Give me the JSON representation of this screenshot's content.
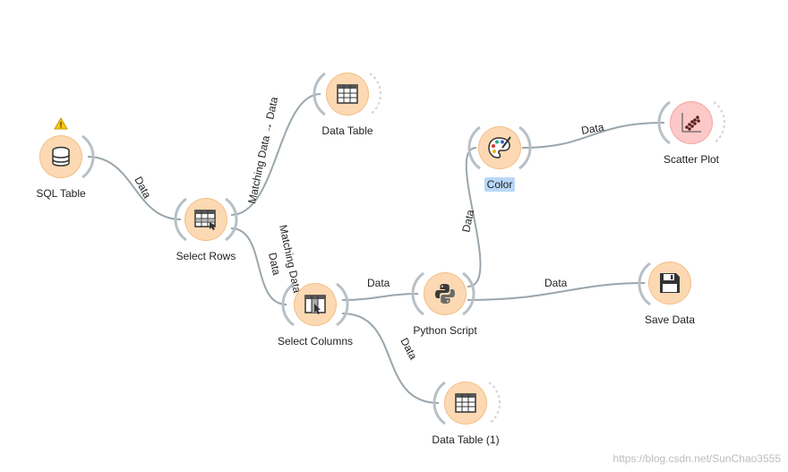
{
  "nodes": {
    "sql_table": {
      "label": "SQL Table",
      "icon": "database-icon"
    },
    "select_rows": {
      "label": "Select Rows",
      "icon": "select-rows-icon"
    },
    "data_table": {
      "label": "Data Table",
      "icon": "table-icon"
    },
    "select_columns": {
      "label": "Select Columns",
      "icon": "select-columns-icon"
    },
    "python_script": {
      "label": "Python Script",
      "icon": "python-icon"
    },
    "color": {
      "label": "Color",
      "icon": "palette-icon"
    },
    "scatter_plot": {
      "label": "Scatter Plot",
      "icon": "scatter-plot-icon"
    },
    "save_data": {
      "label": "Save Data",
      "icon": "save-icon"
    },
    "data_table_1": {
      "label": "Data Table (1)",
      "icon": "table-icon"
    }
  },
  "edges": {
    "sql_to_rows": "Data",
    "rows_to_table": "Matching Data → Data",
    "rows_to_columns_1": "Matching Data",
    "rows_to_columns_2": "Data",
    "columns_to_python": "Data",
    "columns_to_table1": "Data",
    "python_to_color": "Data",
    "color_to_scatter": "Data",
    "python_to_save": "Data"
  },
  "watermark": "https://blog.csdn.net/SunChao3555",
  "colors": {
    "node_fill": "#fcd9b2",
    "scatter_fill": "#fcc8c8",
    "link": "#9aa6ad",
    "selected_label_bg": "#b9d7f7",
    "warning": "#f5c518"
  }
}
